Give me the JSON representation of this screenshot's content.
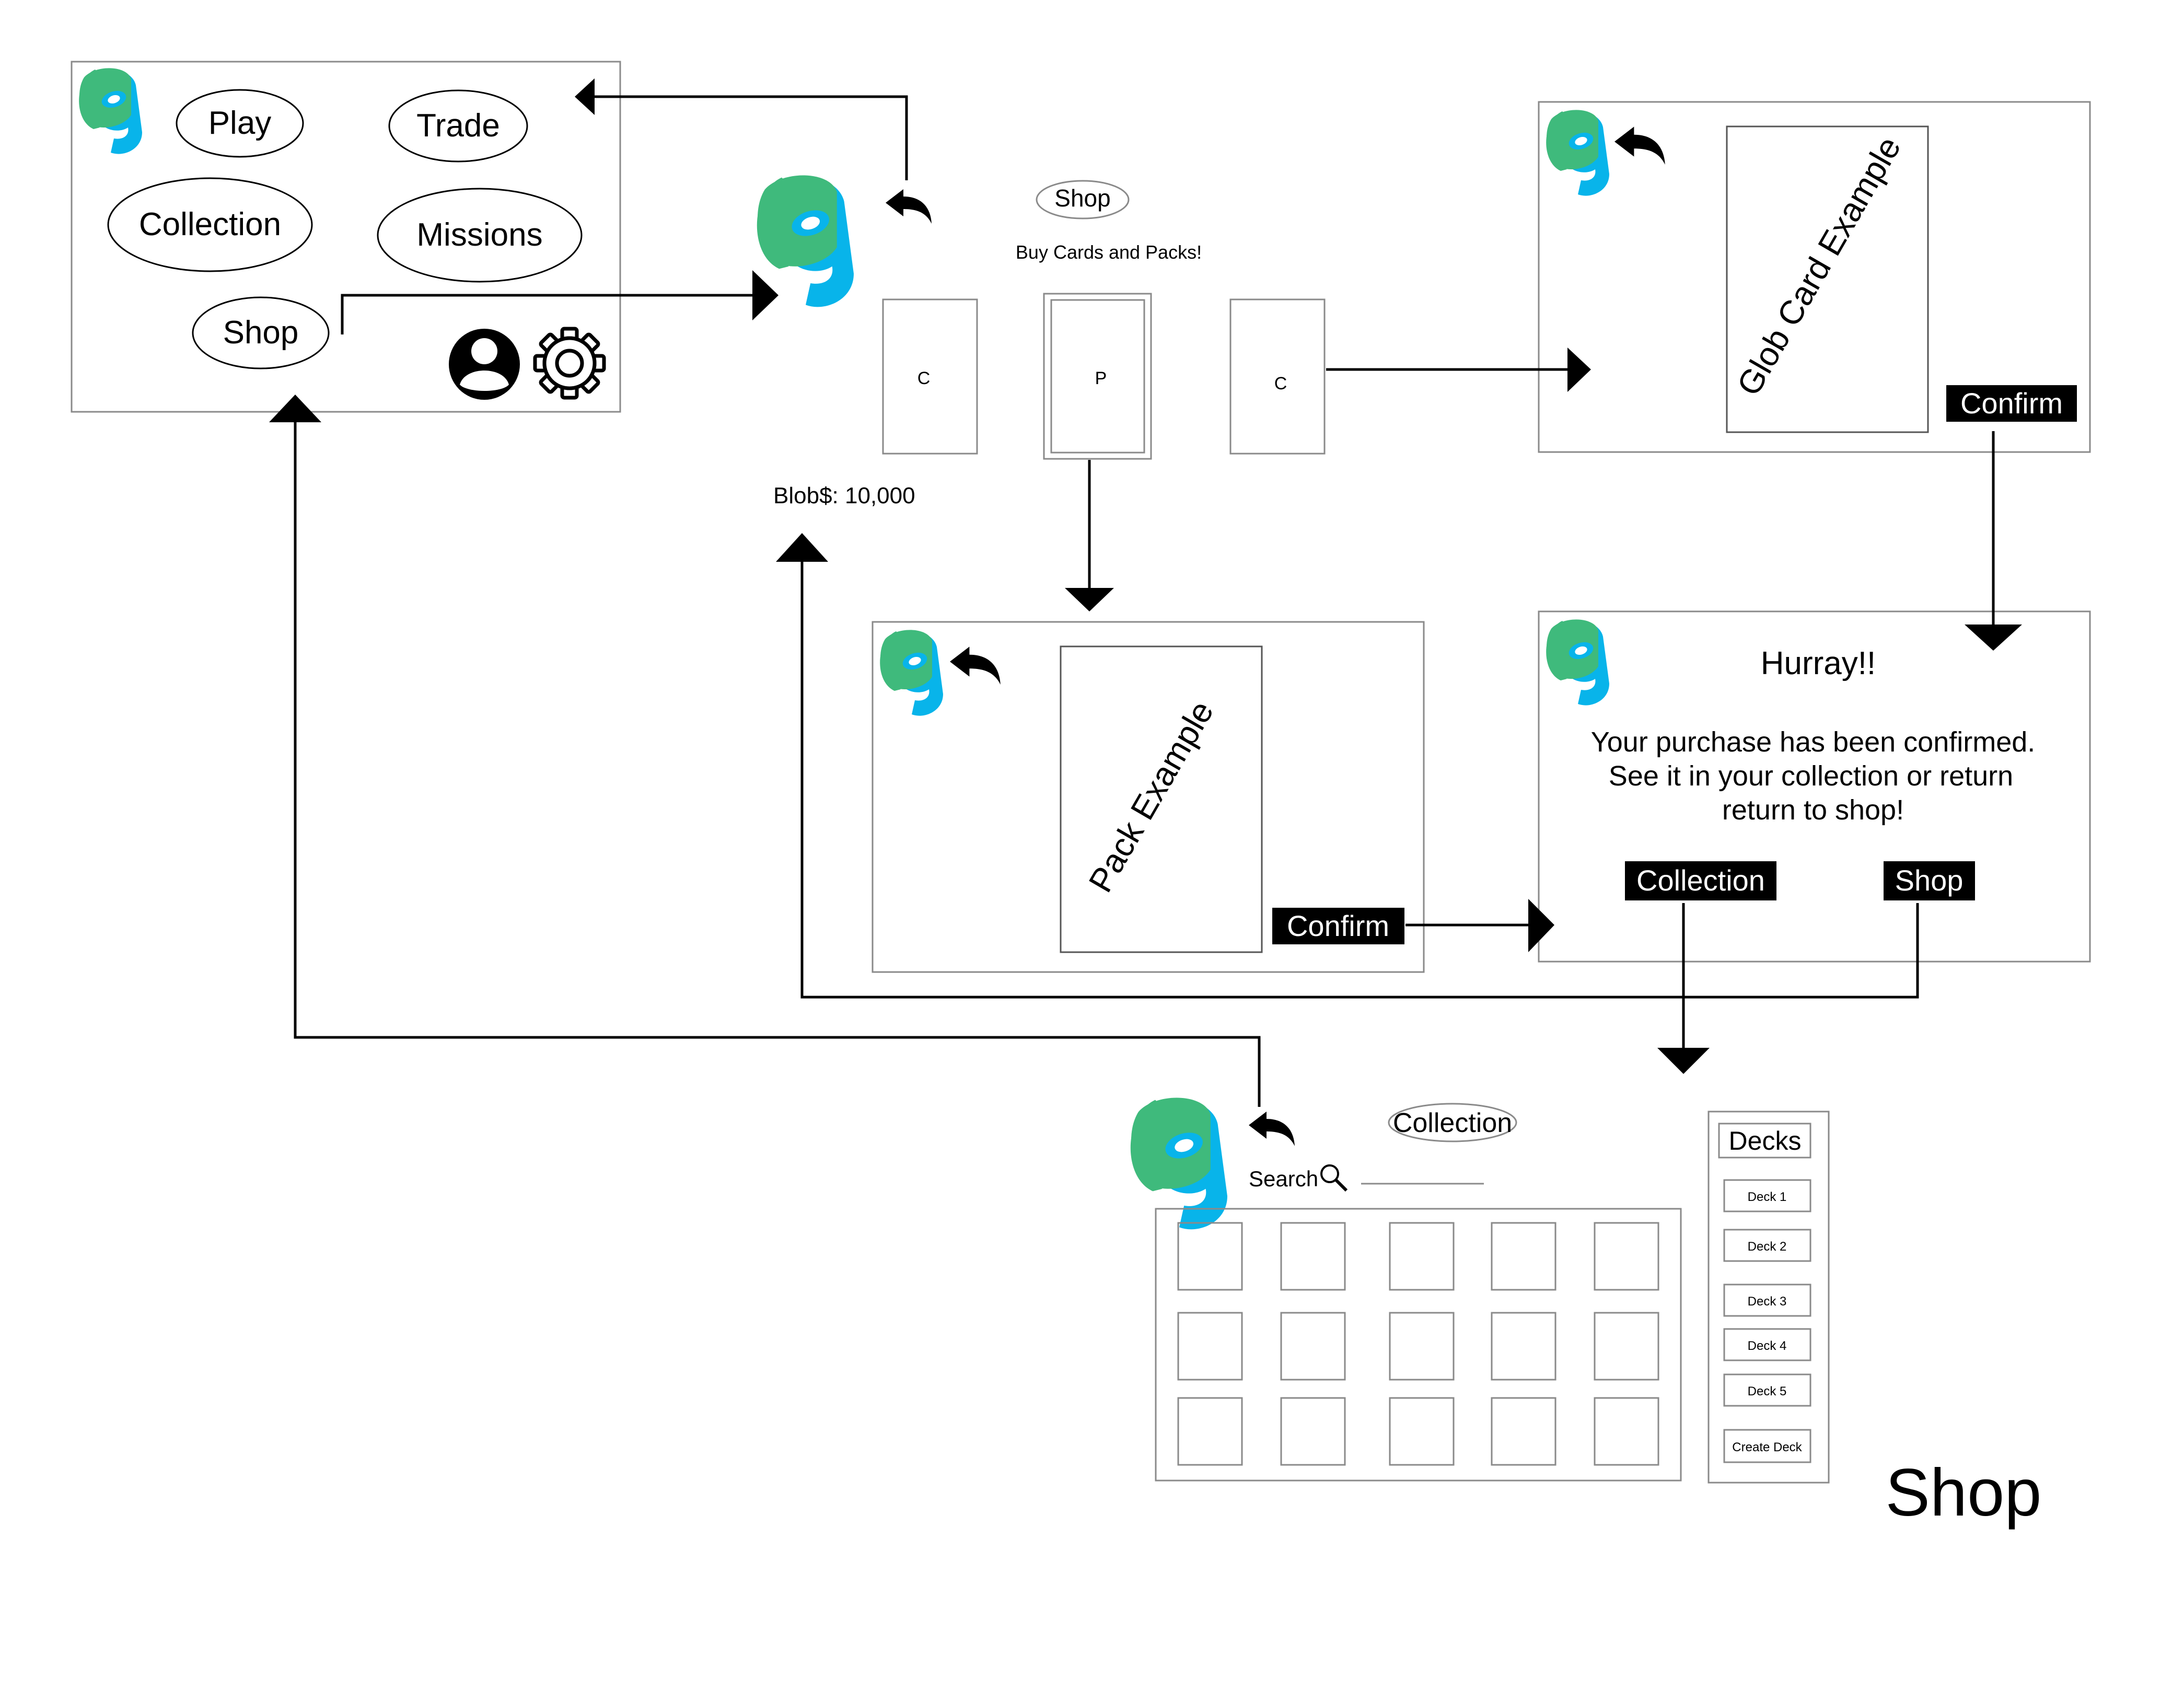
{
  "colors": {
    "logo_green": "#3fba7c",
    "logo_blue": "#08b4ea",
    "ink": "#000000",
    "frame_gray": "#8a8a8a"
  },
  "icons": {
    "logo": "glob-logo-icon",
    "back": "back-arrow-icon",
    "profile": "profile-icon",
    "settings": "gear-icon",
    "search": "magnifier-icon"
  },
  "main_menu": {
    "play": "Play",
    "trade": "Trade",
    "collection": "Collection",
    "missions": "Missions",
    "shop": "Shop"
  },
  "shop_screen": {
    "title": "Shop",
    "subtitle": "Buy Cards and Packs!",
    "cards": [
      "C",
      "P",
      "C"
    ],
    "balance": "Blob$: 10,000"
  },
  "card_confirm": {
    "card_text": "Glob Card Example",
    "confirm": "Confirm"
  },
  "pack_confirm": {
    "pack_text": "Pack Example",
    "confirm": "Confirm"
  },
  "success": {
    "title": "Hurray!!",
    "message_lines": [
      "Your purchase has been confirmed.",
      "See it in your collection or return",
      "return to shop!"
    ],
    "collection_button": "Collection",
    "shop_button": "Shop"
  },
  "collection_screen": {
    "title": "Collection",
    "search_label": "Search",
    "decks_title": "Decks",
    "decks": [
      "Deck 1",
      "Deck 2",
      "Deck 3",
      "Deck 4",
      "Deck 5"
    ],
    "create_deck": "Create Deck"
  },
  "page_label": "Shop"
}
